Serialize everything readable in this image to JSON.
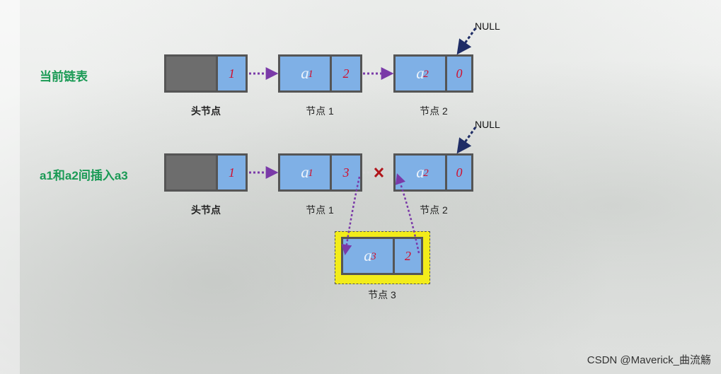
{
  "rows": [
    {
      "label": "当前链表",
      "nodes": [
        {
          "caption": "头节点",
          "data": "",
          "sub": "",
          "next": "1"
        },
        {
          "caption": "节点 1",
          "data": "a",
          "sub": "1",
          "next": "2"
        },
        {
          "caption": "节点 2",
          "data": "a",
          "sub": "2",
          "next": "0"
        }
      ],
      "null_label": "NULL"
    },
    {
      "label": "a1和a2间插入a3",
      "nodes": [
        {
          "caption": "头节点",
          "data": "",
          "sub": "",
          "next": "1"
        },
        {
          "caption": "节点 1",
          "data": "a",
          "sub": "1",
          "next": "3"
        },
        {
          "caption": "节点 2",
          "data": "a",
          "sub": "2",
          "next": "0"
        }
      ],
      "null_label": "NULL"
    }
  ],
  "inserted_node": {
    "caption": "节点 3",
    "data": "a",
    "sub": "3",
    "next": "2"
  },
  "colors": {
    "node_fill": "#7fb0e6",
    "head_fill": "#6d6d6d",
    "pointer_arrow": "#7a3aa8",
    "null_arrow": "#1f2d66",
    "highlight": "#f2ec1a",
    "label_green": "#1a9a55",
    "cut_mark": "#b0151a"
  },
  "watermark": "CSDN @Maverick_曲流觞"
}
